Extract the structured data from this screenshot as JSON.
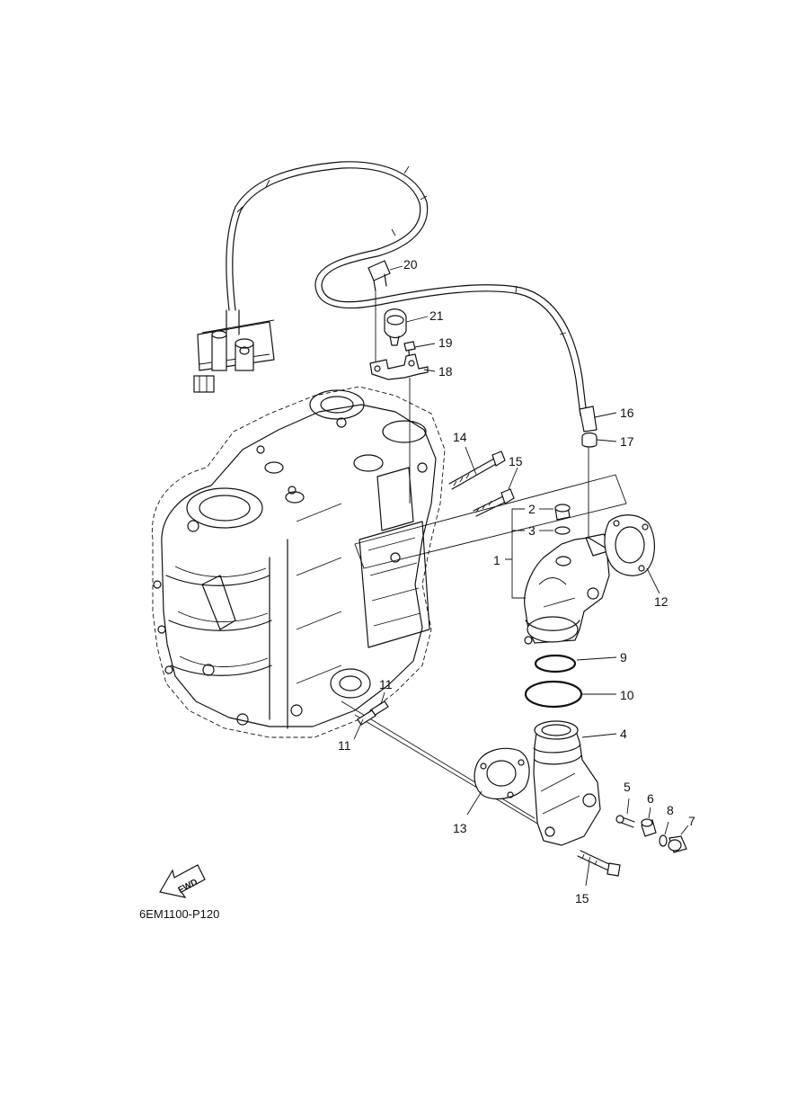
{
  "diagram": {
    "part_number": "6EM1100-P120",
    "fwd_label": "FWD",
    "callouts": {
      "c1": "1",
      "c2": "2",
      "c3": "3",
      "c4": "4",
      "c5": "5",
      "c6": "6",
      "c7": "7",
      "c8": "8",
      "c9": "9",
      "c10": "10",
      "c11a": "11",
      "c11b": "11",
      "c12": "12",
      "c13": "13",
      "c14": "14",
      "c15a": "15",
      "c15b": "15",
      "c16": "16",
      "c17": "17",
      "c18": "18",
      "c19": "19",
      "c20": "20",
      "c21": "21"
    }
  }
}
